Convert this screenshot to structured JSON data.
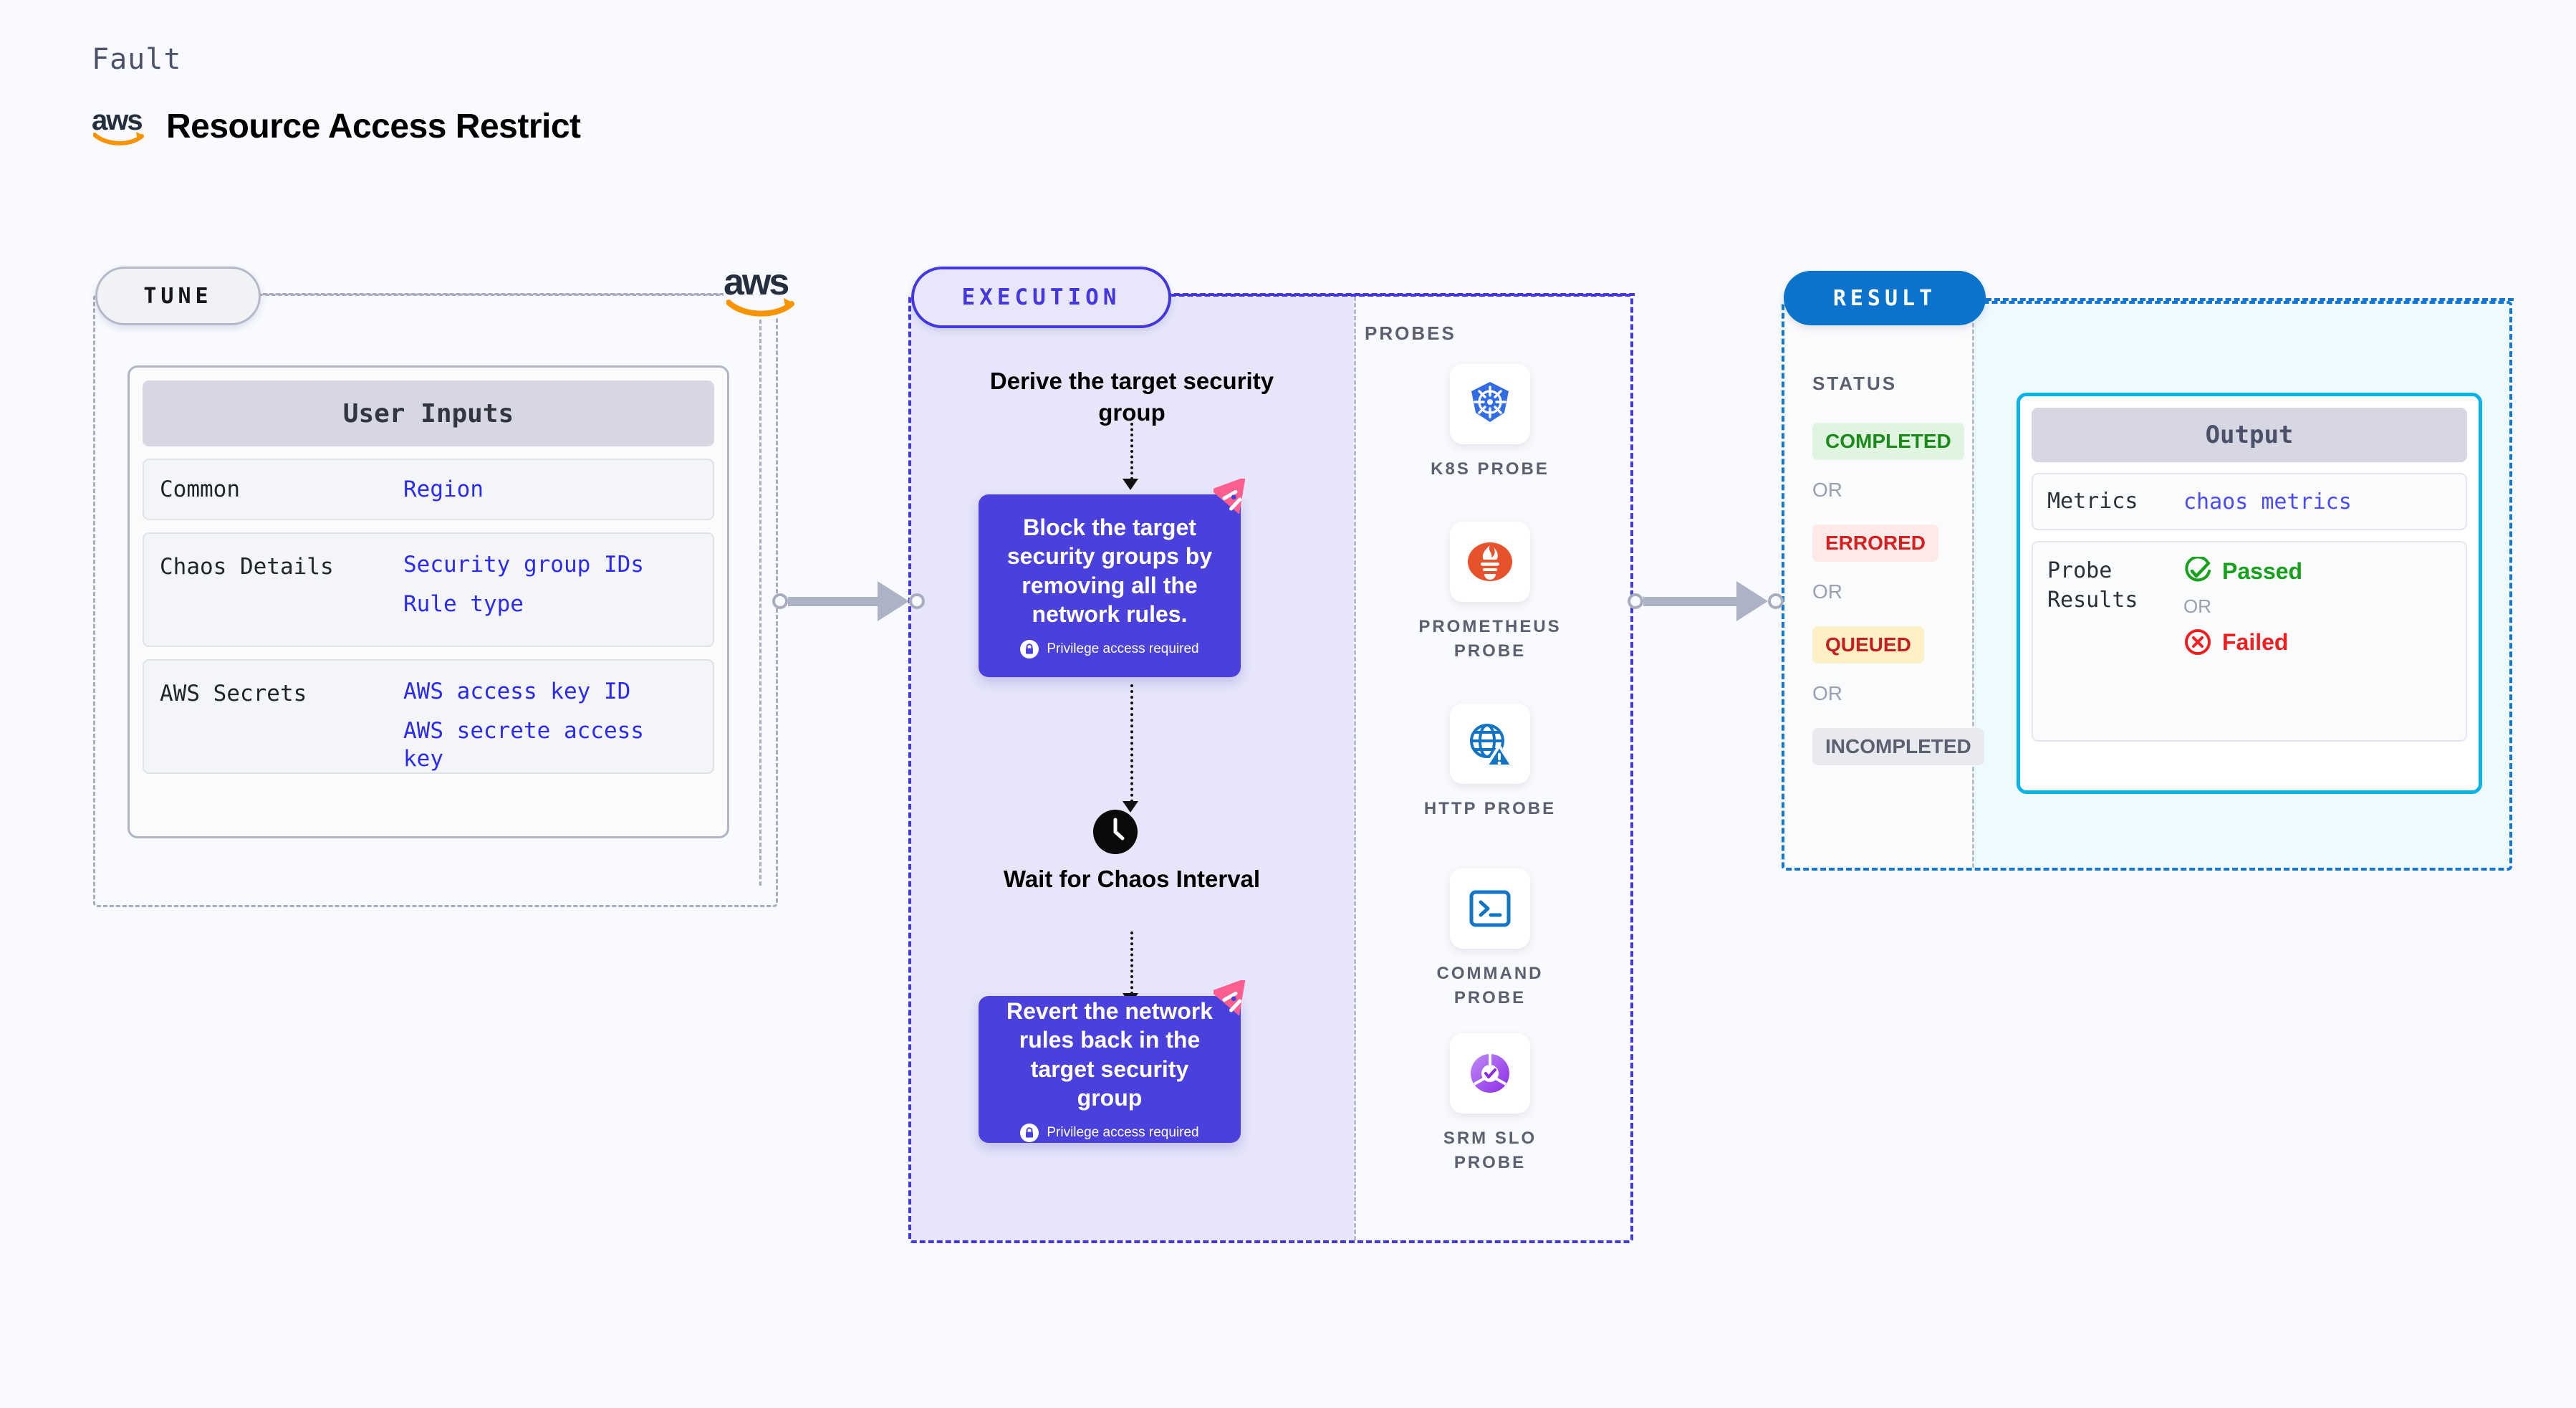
{
  "header": {
    "fault_label": "Fault",
    "title": "Resource Access Restrict",
    "logo": "aws-logo",
    "aws_wordmark": "aws"
  },
  "tune": {
    "badge": "TUNE",
    "provider_logo": "aws-logo",
    "aws_wordmark": "aws",
    "card_title": "User Inputs",
    "rows": [
      {
        "key": "Common",
        "values": [
          "Region"
        ]
      },
      {
        "key": "Chaos Details",
        "values": [
          "Security group IDs",
          "Rule type"
        ]
      },
      {
        "key": "AWS Secrets",
        "values": [
          "AWS access key ID",
          "AWS secrete access key"
        ]
      }
    ]
  },
  "execution": {
    "badge": "EXECUTION",
    "derive_step": "Derive the target security group",
    "step1": {
      "text": "Block the target security groups by removing all the network rules.",
      "privilege_note": "Privilege access required",
      "privilege_icon": "lock-icon",
      "corner_icon": "litmus-chaos-icon"
    },
    "wait_step": {
      "icon": "clock-icon",
      "text": "Wait for Chaos Interval"
    },
    "step2": {
      "text": "Revert the network rules back in the target security group",
      "privilege_note": "Privilege access required",
      "privilege_icon": "lock-icon",
      "corner_icon": "litmus-chaos-icon"
    },
    "probes_label": "PROBES",
    "probes": [
      {
        "label": "K8S PROBE",
        "icon": "kubernetes-icon"
      },
      {
        "label": "PROMETHEUS PROBE",
        "icon": "prometheus-icon"
      },
      {
        "label": "HTTP PROBE",
        "icon": "http-globe-warning-icon"
      },
      {
        "label": "COMMAND PROBE",
        "icon": "terminal-icon"
      },
      {
        "label": "SRM SLO PROBE",
        "icon": "srm-slo-icon"
      }
    ]
  },
  "result": {
    "badge": "RESULT",
    "status_label": "STATUS",
    "statuses": [
      {
        "label": "COMPLETED",
        "bg": "#dff5df",
        "fg": "#1b8a1b"
      },
      {
        "label": "ERRORED",
        "bg": "#fde9e8",
        "fg": "#d32020"
      },
      {
        "label": "QUEUED",
        "bg": "#fdf0c4",
        "fg": "#c41f1f"
      },
      {
        "label": "INCOMPLETED",
        "bg": "#e9eaf0",
        "fg": "#5b6070"
      }
    ],
    "or_text": "OR",
    "output": {
      "title": "Output",
      "metrics_key": "Metrics",
      "metrics_value": "chaos metrics",
      "probe_results_key": "Probe Results",
      "passed_label": "Passed",
      "passed_icon": "check-circle-icon",
      "failed_label": "Failed",
      "failed_icon": "x-circle-icon",
      "or_text": "OR"
    }
  },
  "colors": {
    "background": "#f8faff",
    "tune_border": "#a7adbf",
    "execution_accent": "#4338e0",
    "execution_fill": "#e6e5fa",
    "chaos_card": "#4a41dd",
    "result_accent": "#1176d4",
    "result_fill": "#edfaff",
    "output_border": "#09b2e8",
    "litmus_pink": "#fc5f8f",
    "value_blue": "#2b2bf0",
    "aws_orange": "#f79400"
  }
}
